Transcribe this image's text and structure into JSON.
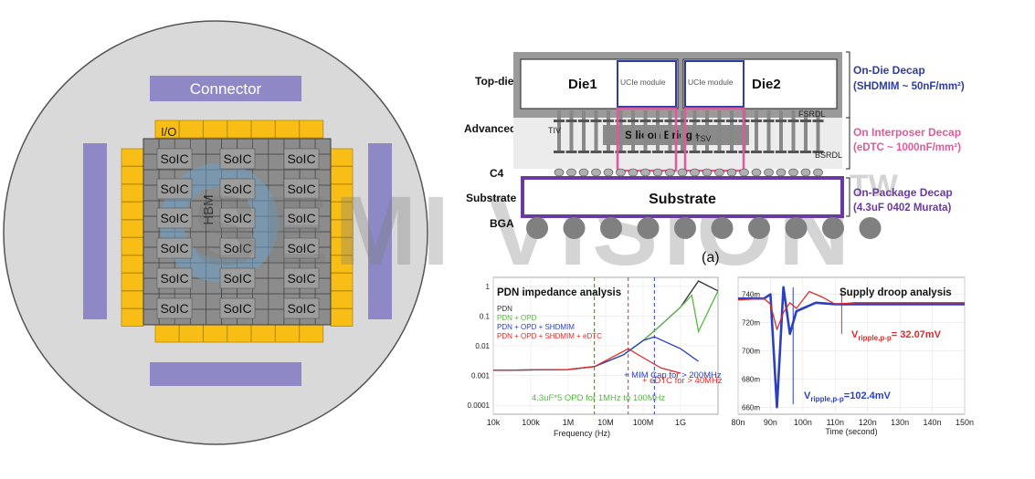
{
  "colors": {
    "wafer": "#d9d9d9",
    "lavender": "#8e89c6",
    "io_yellow": "#f9be15",
    "grid_gray": "#8c8c8c",
    "soic_gray": "#9d9d9d",
    "hbm_blue": "#6fa0c8",
    "on_die_blue": "#2f3da0",
    "on_interposer_pink": "#e0599a",
    "on_package_purple": "#6a3aa0",
    "pdn_black": "#333333",
    "pdn_green": "#57b845",
    "pdn_blue": "#2c3fbf",
    "pdn_red": "#e02a2a"
  },
  "left": {
    "connector_label": "Connector",
    "io_label": "I/O",
    "soic_label": "SoIC",
    "hbm_label": "HBM"
  },
  "watermark": {
    "text": "SEMI VISION",
    "tm": "TW"
  },
  "cross_section": {
    "rows": {
      "top_die": "Top-die",
      "adv_package": "Advanced Package",
      "c4": "C4",
      "substrate": "Substrate",
      "bga": "BGA"
    },
    "die1": "Die1",
    "die2": "Die2",
    "ucie1": "UCIe module",
    "ucie2": "UCIe module",
    "silicon_bridge": "Silicon Bridge",
    "tiv": "TIV",
    "tsv": "TSV",
    "fsrdl": "FSRDL",
    "bsrdl": "BSRDL",
    "substrate_label": "Substrate",
    "caption": "(a)",
    "decaps": [
      {
        "title": "On-Die Decap",
        "detail": "(SHDMIM ~ 50nF/mm²)"
      },
      {
        "title": "On Interposer Decap",
        "detail": "(eDTC ~ 1000nF/mm²)"
      },
      {
        "title": "On-Package Decap",
        "detail": "(4.3uF 0402 Murata)"
      }
    ]
  },
  "chart_data": [
    {
      "type": "line",
      "title": "PDN impedance analysis",
      "xlabel": "Frequency (Hz)",
      "x_scale": "log",
      "y_scale": "log",
      "x_tick_labels": [
        "10k",
        "100k",
        "1M",
        "10M",
        "100M",
        "1G"
      ],
      "y_tick_labels": [
        "1",
        "0.1",
        "0.01",
        "0.001",
        "0.0001"
      ],
      "legend": [
        "PDN",
        "PDN + OPD",
        "PDN + OPD + SHDMIM",
        "PDN + OPD + SHDMIM + eDTC"
      ],
      "annotations": [
        "+ MIM Cap for > 200MHz",
        "+ eDTC for > 40MHz",
        "4.3uF*5 OPD for 1MHz to 100MHz"
      ],
      "series": [
        {
          "name": "PDN",
          "x": [
            10000,
            1000000,
            5000000,
            30000000,
            100000000,
            300000000,
            1000000000,
            3000000000,
            10000000000
          ],
          "y": [
            0.0015,
            0.0016,
            0.002,
            0.005,
            0.015,
            0.05,
            0.2,
            1.5,
            0.7
          ]
        },
        {
          "name": "PDN + OPD",
          "x": [
            10000,
            1000000,
            5000000,
            30000000,
            100000000,
            300000000,
            1000000000,
            2000000000,
            3000000000,
            10000000000
          ],
          "y": [
            0.0015,
            0.0016,
            0.002,
            0.005,
            0.015,
            0.05,
            0.2,
            0.5,
            0.03,
            0.7
          ]
        },
        {
          "name": "PDN + OPD + SHDMIM",
          "x": [
            10000,
            1000000,
            5000000,
            30000000,
            100000000,
            200000000,
            1000000000,
            3000000000
          ],
          "y": [
            0.0015,
            0.0016,
            0.002,
            0.005,
            0.015,
            0.02,
            0.008,
            0.003
          ]
        },
        {
          "name": "PDN + OPD + SHDMIM + eDTC",
          "x": [
            10000,
            1000000,
            5000000,
            20000000,
            40000000,
            100000000,
            300000000,
            1000000000
          ],
          "y": [
            0.0015,
            0.0016,
            0.002,
            0.005,
            0.008,
            0.004,
            0.0018,
            0.0012
          ]
        }
      ]
    },
    {
      "type": "line",
      "title": "Supply droop analysis",
      "xlabel": "Time (second)",
      "x_tick_labels": [
        "80n",
        "90n",
        "100n",
        "110n",
        "120n",
        "130n",
        "140n",
        "150n"
      ],
      "y_tick_labels": [
        "740m",
        "720m",
        "700m",
        "680m",
        "660m"
      ],
      "annotations": [
        {
          "prefix": "V",
          "sub": "ripple,p-p",
          "value": "= 32.07mV"
        },
        {
          "prefix": "V",
          "sub": "ripple,p-p",
          "value": "=102.4mV"
        }
      ],
      "series": [
        {
          "name": "blue",
          "x": [
            80,
            88,
            90,
            92,
            94,
            96,
            98,
            100,
            104,
            110,
            150
          ],
          "y": [
            737,
            737,
            740,
            660,
            745,
            712,
            728,
            730,
            734,
            733,
            733
          ]
        },
        {
          "name": "red",
          "x": [
            80,
            88,
            90,
            92,
            94,
            96,
            98,
            102,
            106,
            110,
            116,
            150
          ],
          "y": [
            736,
            737,
            733,
            715,
            727,
            734,
            730,
            742,
            738,
            733,
            734,
            734
          ]
        }
      ]
    }
  ]
}
